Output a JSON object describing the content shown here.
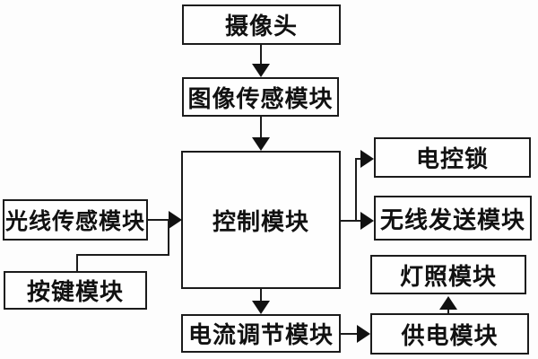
{
  "diagram": {
    "type": "block-diagram",
    "background_color": "#fdfdfd",
    "line_color": "#1b1b1b",
    "text_color": "#111111",
    "nodes": {
      "camera": {
        "label": "摄像头"
      },
      "image_sensor": {
        "label": "图像传感模块"
      },
      "control": {
        "label": "控制模块"
      },
      "light_sensor": {
        "label": "光线传感模块"
      },
      "button": {
        "label": "按键模块"
      },
      "lock": {
        "label": "电控锁"
      },
      "wireless": {
        "label": "无线发送模块"
      },
      "lighting": {
        "label": "灯照模块"
      },
      "power": {
        "label": "供电模块"
      },
      "current": {
        "label": "电流调节模块"
      }
    },
    "edges": [
      {
        "from": "camera",
        "to": "image_sensor"
      },
      {
        "from": "image_sensor",
        "to": "control"
      },
      {
        "from": "light_sensor",
        "to": "control"
      },
      {
        "from": "button",
        "to": "control"
      },
      {
        "from": "control",
        "to": "lock"
      },
      {
        "from": "control",
        "to": "wireless"
      },
      {
        "from": "control",
        "to": "current"
      },
      {
        "from": "current",
        "to": "power"
      },
      {
        "from": "power",
        "to": "lighting"
      }
    ]
  }
}
